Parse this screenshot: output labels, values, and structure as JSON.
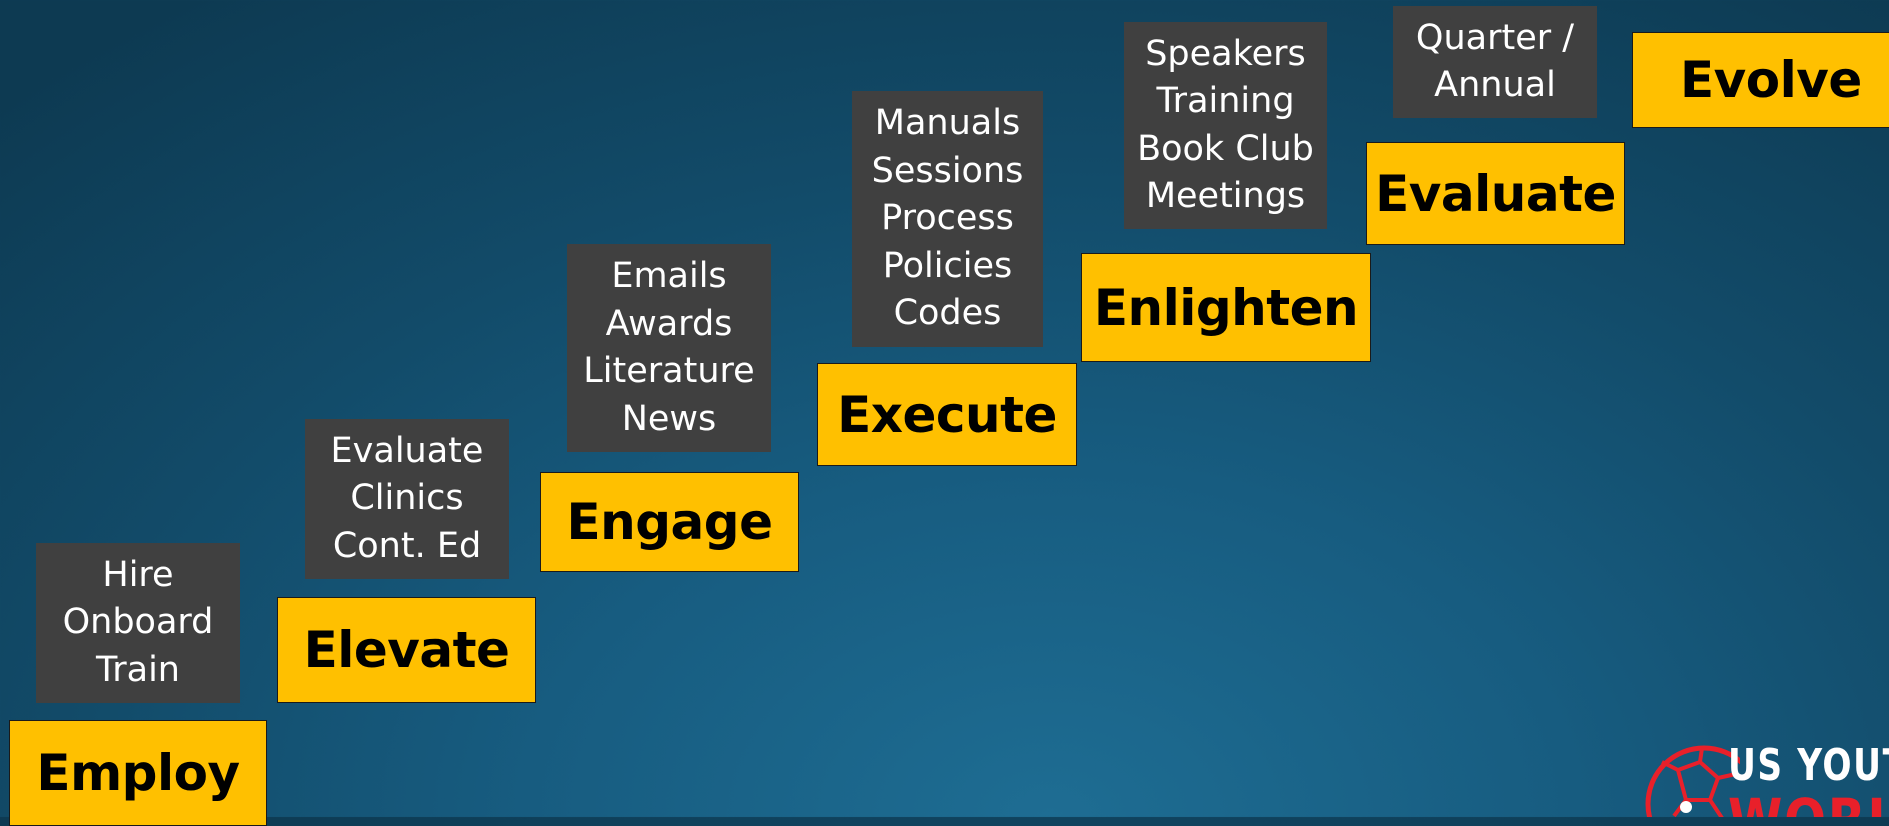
{
  "steps": [
    {
      "label": "Employ",
      "details": [
        "Hire",
        "Onboard",
        "Train"
      ]
    },
    {
      "label": "Elevate",
      "details": [
        "Evaluate",
        "Clinics",
        "Cont. Ed"
      ]
    },
    {
      "label": "Engage",
      "details": [
        "Emails",
        "Awards",
        "Literature",
        "News"
      ]
    },
    {
      "label": "Execute",
      "details": [
        "Manuals",
        "Sessions",
        "Process",
        "Policies",
        "Codes"
      ]
    },
    {
      "label": "Enlighten",
      "details": [
        "Speakers",
        "Training",
        "Book Club",
        "Meetings"
      ]
    },
    {
      "label": "Evaluate",
      "details": [
        "Quarter /",
        "Annual"
      ]
    },
    {
      "label": "Evolve"
    }
  ],
  "logo": {
    "line1": "US YOUTH",
    "line2": "WORLD"
  },
  "colors": {
    "step_fill": "#ffc000",
    "detail_fill": "#404040",
    "logo_red": "#e8202a"
  }
}
